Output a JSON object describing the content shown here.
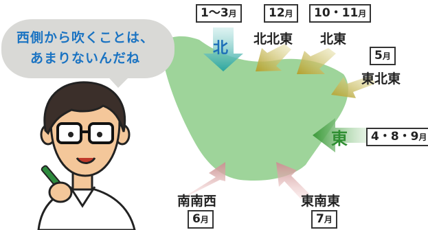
{
  "speech": {
    "line1": "西側から吹くことは、",
    "line2": "あまりないんだね"
  },
  "winds": [
    {
      "months": "1〜3",
      "month_unit": "月",
      "direction": "北",
      "color": "#47b7b3"
    },
    {
      "months": "12",
      "month_unit": "月",
      "direction": "北北東",
      "color": "#c8bb4c"
    },
    {
      "months": "10・11",
      "month_unit": "月",
      "direction": "北東",
      "color": "#c8bb4c"
    },
    {
      "months": "5",
      "month_unit": "月",
      "direction": "東北東",
      "color": "#c8bb4c"
    },
    {
      "months": "4・8・9",
      "month_unit": "月",
      "direction": "東",
      "color": "#3f9a3e"
    },
    {
      "months": "6",
      "month_unit": "月",
      "direction": "南南西",
      "color": "#d99a9a"
    },
    {
      "months": "7",
      "month_unit": "月",
      "direction": "東南東",
      "color": "#d99a9a"
    }
  ],
  "colors": {
    "land": "#9ed49a",
    "speech_text": "#1a73c2",
    "bubble": "#d9d9d6"
  }
}
